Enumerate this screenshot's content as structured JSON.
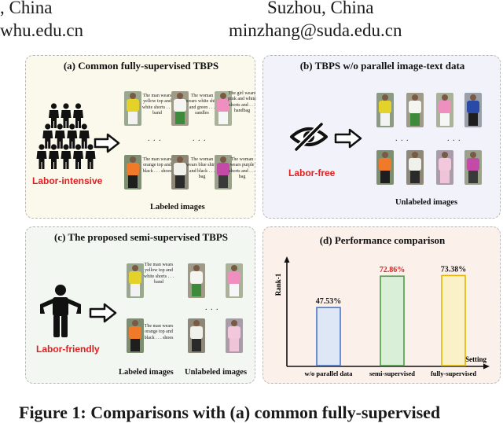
{
  "header": {
    "left_affil": ", China",
    "left_email": "whu.edu.cn",
    "right_affil": "Suzhou, China",
    "right_email": "minzhang@suda.edu.cn"
  },
  "panel_a": {
    "title": "(a) Common fully-supervised TBPS",
    "labor_label": "Labor-intensive",
    "caption": "Labeled images",
    "descriptions": [
      "The man wears yellow top and white shorts . . . band",
      "The woman wears white shirt and green . . . sandles",
      "The girl wears pink and white shorts and . . . handbag",
      "The man wears orange top and black . . . shoes",
      "The woman wears blue shirts and black . . . bag",
      "The woman wears purple shorts and . . . bag"
    ],
    "dots": ". . ."
  },
  "panel_b": {
    "title": "(b) TBPS w/o parallel image-text data",
    "labor_label": "Labor-free",
    "caption": "Unlabeled images",
    "dots": ". . ."
  },
  "panel_c": {
    "title": "(c) The proposed semi-supervised TBPS",
    "labor_label": "Labor-friendly",
    "caption_labeled": "Labeled images",
    "caption_unlabeled": "Unlabeled images",
    "descriptions": [
      "The man wears yellow top and white shorts . . . band",
      "The man wears orange top and black . . . shoes"
    ],
    "dots": ". . ."
  },
  "panel_d": {
    "title": "(d) Performance comparison"
  },
  "chart_data": {
    "type": "bar",
    "categories": [
      "w/o parallel data",
      "semi-supervised",
      "fully-supervised"
    ],
    "values": [
      47.53,
      72.86,
      73.38
    ],
    "value_labels": [
      "47.53%",
      "72.86%",
      "73.38%"
    ],
    "label_colors": [
      "#1a1a1a",
      "#e02020",
      "#1a1a1a"
    ],
    "bar_fills": [
      "#dde7f6",
      "#d9efd7",
      "#fbf1c8"
    ],
    "bar_strokes": [
      "#4a78c8",
      "#4e9e48",
      "#e4b800"
    ],
    "ylabel": "Rank-1",
    "xlabel": "Setting",
    "ylim": [
      0,
      80
    ]
  },
  "figure_caption": "Figure 1: Comparisons with (a) common fully-supervised"
}
